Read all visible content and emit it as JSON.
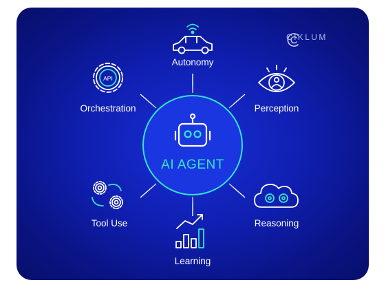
{
  "brand": {
    "name": "CIKLUM",
    "icon": "ciklum-logo-icon"
  },
  "center": {
    "title": "AI AGENT",
    "icon": "robot-icon"
  },
  "nodes": [
    {
      "label": "Autonomy",
      "icon": "autonomous-car-icon"
    },
    {
      "label": "Perception",
      "icon": "eye-icon"
    },
    {
      "label": "Reasoning",
      "icon": "cloud-gears-icon"
    },
    {
      "label": "Learning",
      "icon": "growth-chart-icon"
    },
    {
      "label": "Tool Use",
      "icon": "gears-icon"
    },
    {
      "label": "Orchestration",
      "icon": "api-gear-icon"
    }
  ],
  "api_badge": "API",
  "colors": {
    "background": "#0f1fb0",
    "accent": "#35e4d0",
    "line": "#ffffff"
  }
}
